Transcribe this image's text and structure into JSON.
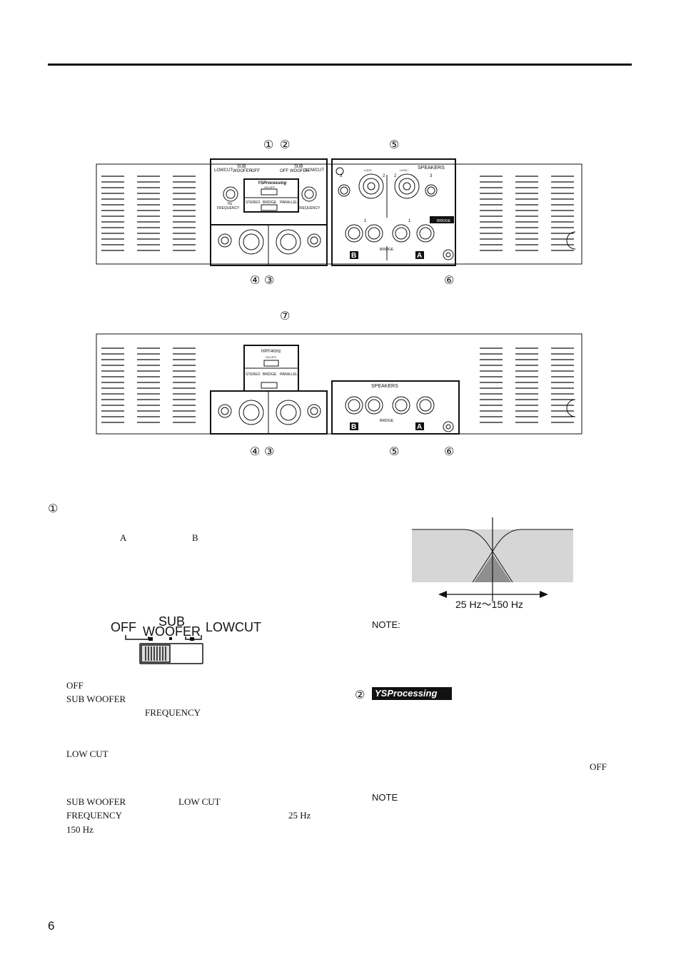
{
  "callouts": {
    "top": [
      "①",
      "②",
      "⑤",
      "④",
      "③",
      "⑥"
    ],
    "bottom": [
      "⑦",
      "④",
      "③",
      "⑤",
      "⑥"
    ]
  },
  "panel_top": {
    "lowcut_left": "LOWCUT",
    "sub_left": "SUB",
    "woofer_left": "WOOFER",
    "off_left": "OFF",
    "off_right": "OFF",
    "sub_right": "SUB",
    "woofer_right": "WOOFER",
    "lowcut_right": "LOWCUT",
    "ys": "YSProcessing",
    "on_off": "ON  OFF",
    "hz": "Hz",
    "frequency": "FREQUENCY",
    "stereo": "STEREO",
    "bridge_mode": "BRIDGE",
    "parallel": "PARALLEL",
    "lock": "LOCK",
    "speakers": "SPEAKERS",
    "num1": "1",
    "num2": "2",
    "num3": "3",
    "bridge": "BRIDGE",
    "label_b": "B",
    "label_a": "A",
    "bridge_tag": "BRIDGE"
  },
  "panel_bottom": {
    "hpf": "HPF/40Hz",
    "on_off": "ON  OFF",
    "stereo": "STEREO",
    "bridge_mode": "BRIDGE",
    "parallel": "PARALLEL",
    "speakers": "SPEAKERS",
    "bridge": "BRIDGE",
    "label_b": "B",
    "label_a": "A"
  },
  "section1": {
    "marker": "①",
    "a": "A",
    "b": "B",
    "switch_off": "OFF",
    "switch_sub": "SUB",
    "switch_woofer": "WOOFER",
    "switch_lowcut": "LOWCUT",
    "item_off": "OFF",
    "item_subwoofer": "SUB WOOFER",
    "item_frequency": "FREQUENCY",
    "item_lowcut": "LOW CUT",
    "range_subwoofer": "SUB WOOFER",
    "range_lowcut": "LOW CUT",
    "range_frequency": "FREQUENCY",
    "range_from": "25 Hz",
    "range_to": "150 Hz"
  },
  "graph": {
    "range_label": "25 Hz～150 Hz"
  },
  "notes": {
    "note1": "NOTE:",
    "marker2": "②",
    "ys_logo": "YSProcessing",
    "off": "OFF",
    "note2": "NOTE"
  },
  "page_number": "6"
}
